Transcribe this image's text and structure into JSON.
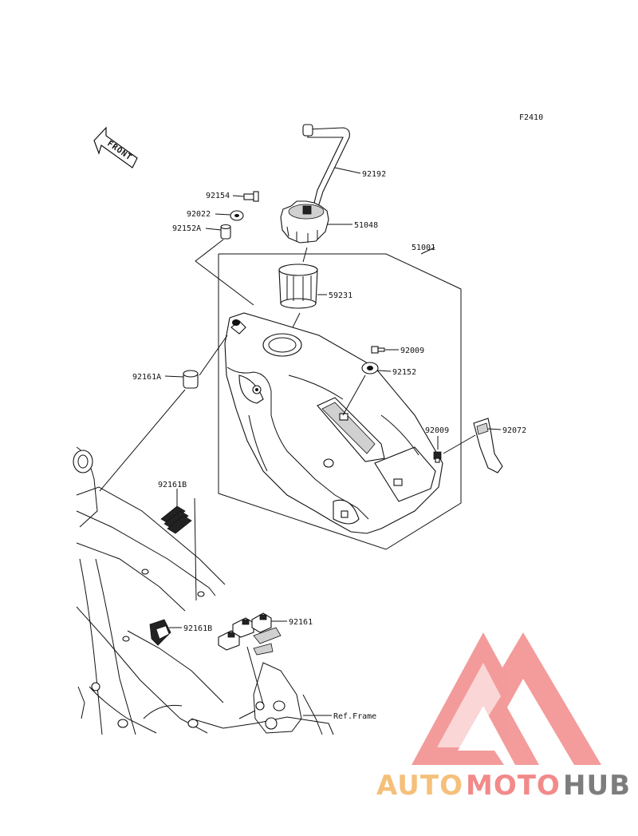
{
  "diagram_code": "F2410",
  "front_label": "FRONT",
  "ref_label": "Ref.Frame",
  "parts": [
    {
      "id": "p92192",
      "number": "92192"
    },
    {
      "id": "p92154",
      "number": "92154"
    },
    {
      "id": "p92022",
      "number": "92022"
    },
    {
      "id": "p92152A",
      "number": "92152A"
    },
    {
      "id": "p51048",
      "number": "51048"
    },
    {
      "id": "p51001",
      "number": "51001"
    },
    {
      "id": "p59231",
      "number": "59231"
    },
    {
      "id": "p92009a",
      "number": "92009"
    },
    {
      "id": "p92152",
      "number": "92152"
    },
    {
      "id": "p92161A",
      "number": "92161A"
    },
    {
      "id": "p92009b",
      "number": "92009"
    },
    {
      "id": "p92072",
      "number": "92072"
    },
    {
      "id": "p92161B_top",
      "number": "92161B"
    },
    {
      "id": "p92161B_bot",
      "number": "92161B"
    },
    {
      "id": "p92161",
      "number": "92161"
    }
  ],
  "watermark": {
    "text_auto": "AUTO",
    "text_moto": "MOTO",
    "text_hub": "HUB",
    "color_orange": "#f5c07a",
    "color_red": "#f28a8a",
    "color_grey": "#7d7d7d"
  }
}
